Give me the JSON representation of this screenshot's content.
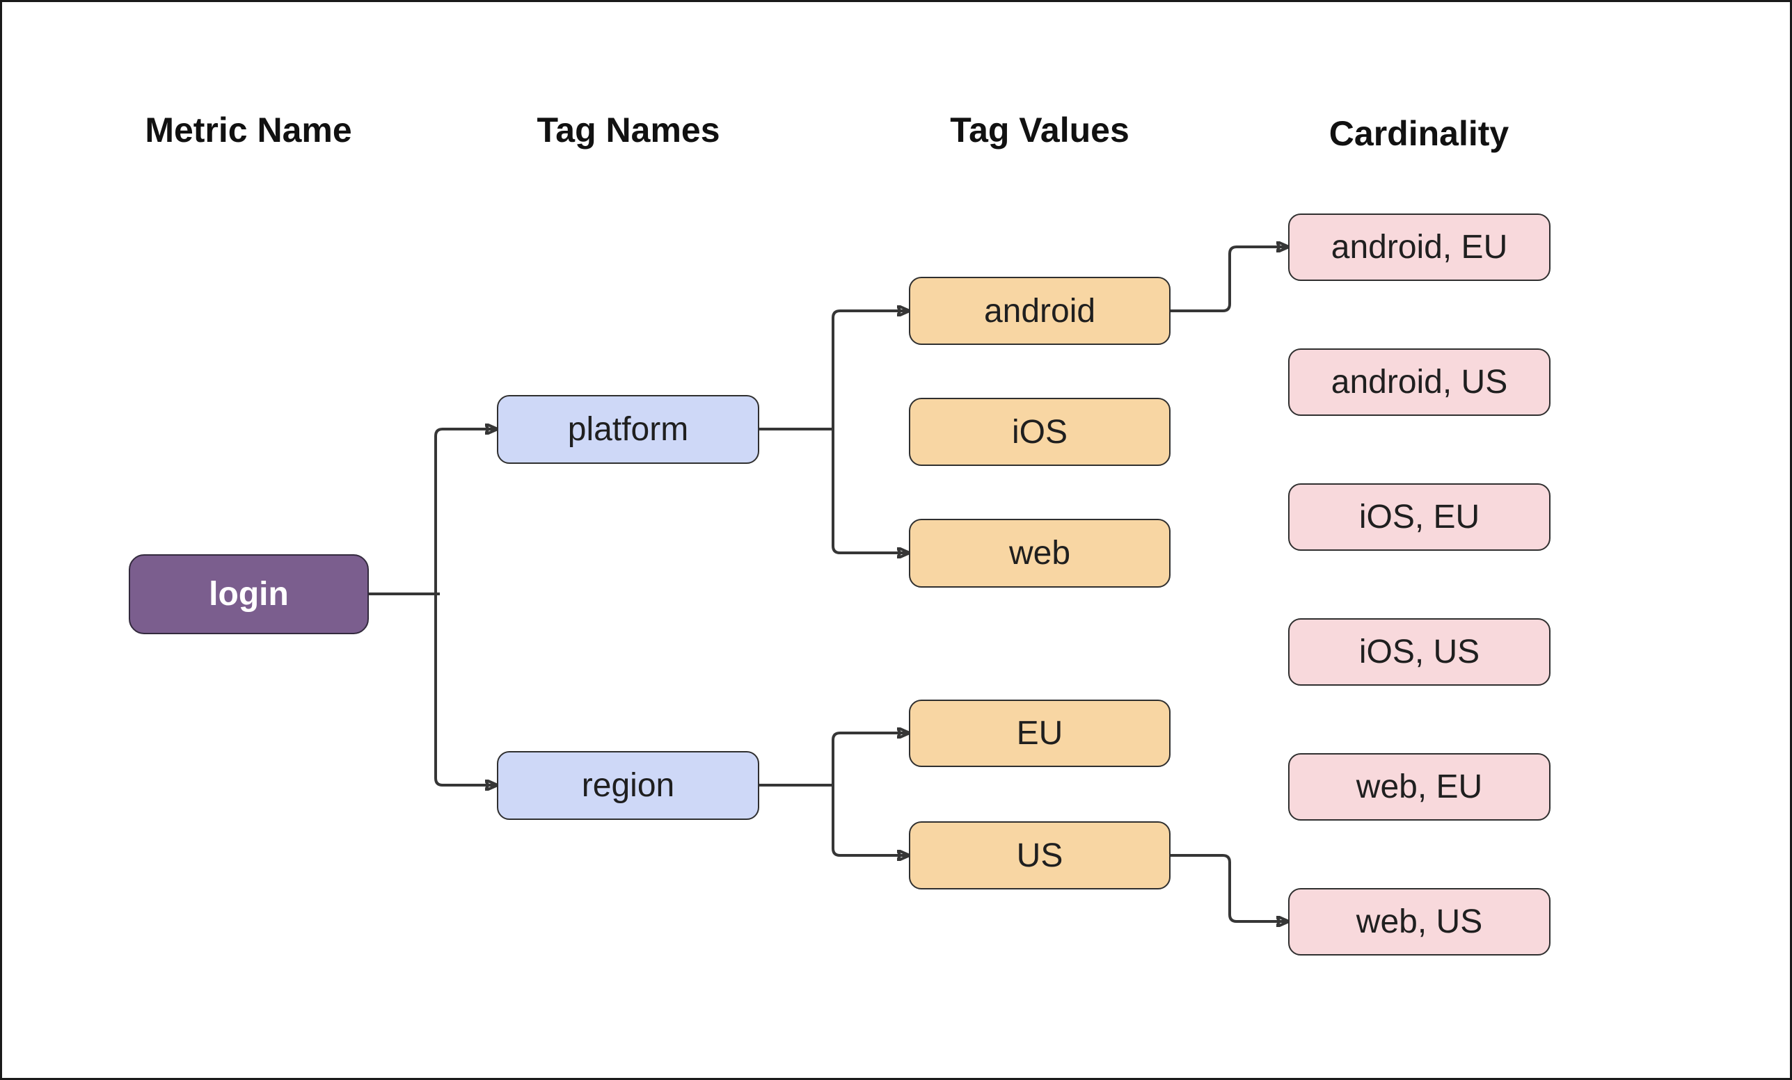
{
  "diagram": {
    "column_headers": [
      {
        "id": "metric-name",
        "label": "Metric Name"
      },
      {
        "id": "tag-names",
        "label": "Tag Names"
      },
      {
        "id": "tag-values",
        "label": "Tag Values"
      },
      {
        "id": "cardinality",
        "label": "Cardinality"
      }
    ],
    "nodes": {
      "login": {
        "label": "login",
        "type": "metric"
      },
      "platform": {
        "label": "platform",
        "type": "tag_name"
      },
      "region": {
        "label": "region",
        "type": "tag_name"
      },
      "android": {
        "label": "android",
        "type": "tag_value"
      },
      "ios": {
        "label": "iOS",
        "type": "tag_value"
      },
      "web": {
        "label": "web",
        "type": "tag_value"
      },
      "eu": {
        "label": "EU",
        "type": "tag_value"
      },
      "us": {
        "label": "US",
        "type": "tag_value"
      },
      "android_eu": {
        "label": "android, EU",
        "type": "cardinality"
      },
      "android_us": {
        "label": "android, US",
        "type": "cardinality"
      },
      "ios_eu": {
        "label": "iOS, EU",
        "type": "cardinality"
      },
      "ios_us": {
        "label": "iOS, US",
        "type": "cardinality"
      },
      "web_eu": {
        "label": "web, EU",
        "type": "cardinality"
      },
      "web_us": {
        "label": "web, US",
        "type": "cardinality"
      }
    },
    "edges": [
      {
        "from": "login",
        "to": "platform",
        "arrow": true
      },
      {
        "from": "login",
        "to": "region",
        "arrow": true
      },
      {
        "from": "platform",
        "to": "android",
        "arrow": true
      },
      {
        "from": "platform",
        "to": "web",
        "arrow": true
      },
      {
        "from": "region",
        "to": "eu",
        "arrow": true
      },
      {
        "from": "region",
        "to": "us",
        "arrow": true
      },
      {
        "from": "android",
        "to": "android_eu",
        "arrow": true
      },
      {
        "from": "us",
        "to": "web_us",
        "arrow": true
      }
    ],
    "colors": {
      "background": "#ffffff",
      "canvas_border": "#1a1a1a",
      "metric_fill": "#7b5e8e",
      "metric_text": "#ffffff",
      "tag_name_fill": "#ced8f7",
      "tag_value_fill": "#f8d6a3",
      "cardinality_fill": "#f8d9dc",
      "node_border": "#2f2f2f",
      "connector": "#363636",
      "header_text": "#111111",
      "node_text": "#1f1f1f"
    }
  }
}
